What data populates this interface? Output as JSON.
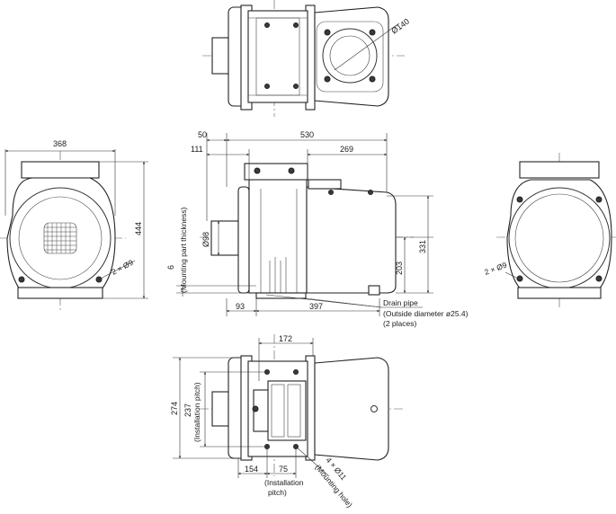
{
  "views": {
    "top": {
      "dia_140": "Ø140"
    },
    "front": {
      "width_368": "368",
      "height_444": "444",
      "holes_2x9": "2 × Ø9"
    },
    "side": {
      "d50": "50",
      "d530": "530",
      "d111": "111",
      "d269": "269",
      "dia98": "Ø98",
      "d203": "203",
      "d331": "331",
      "d6": "6",
      "mount_label": "(Mounting part thickness)",
      "d93": "93",
      "d397": "397",
      "drain_1": "Drain pipe",
      "drain_2": "(Outside diameter ø25.4)",
      "drain_3": "(2 places)"
    },
    "rear": {
      "holes_2x9": "2 × Ø9"
    },
    "bottom": {
      "d172": "172",
      "d274": "274",
      "d237": "237",
      "install_pitch_v": "(Installation pitch)",
      "d154": "154",
      "d75": "75",
      "install_pitch_h1": "(Installation",
      "install_pitch_h2": "pitch)",
      "holes_4x11": "4 × Ø11",
      "mount_hole": "(Mounting hole)"
    }
  }
}
